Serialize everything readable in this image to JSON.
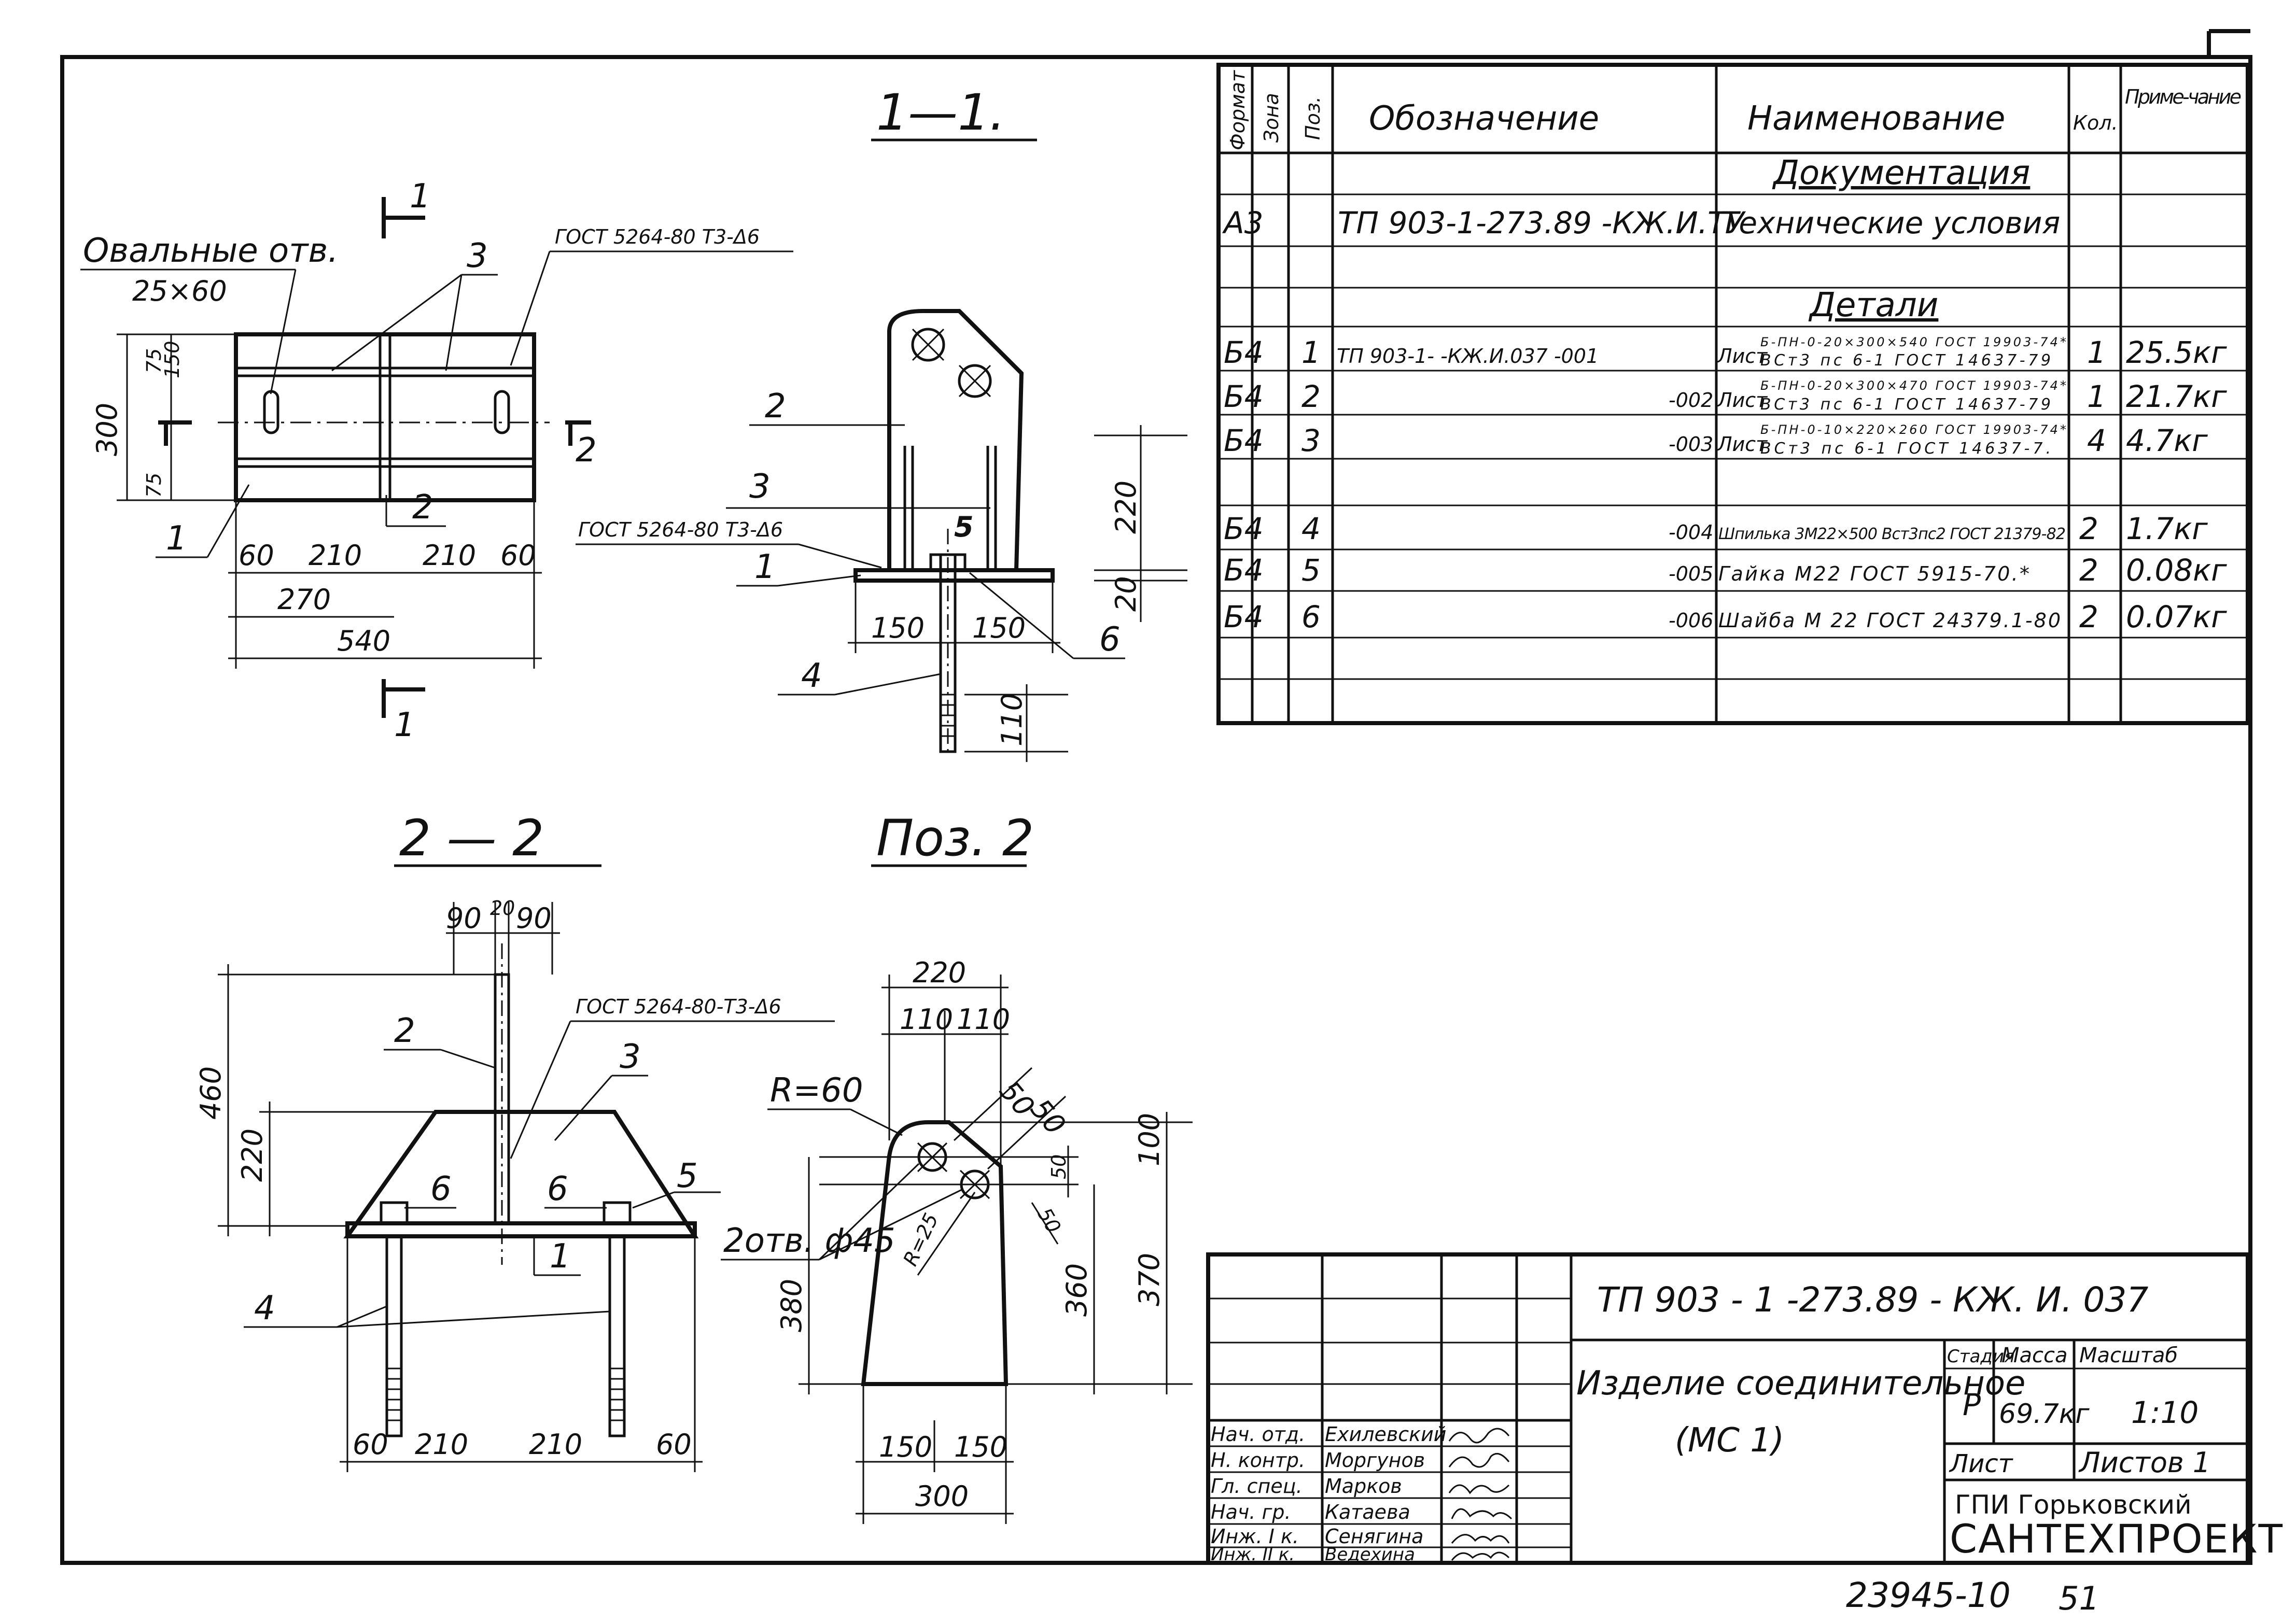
{
  "spec_table": {
    "headers": {
      "format": "Формат",
      "zone": "Зона",
      "pos": "Поз.",
      "designation": "Обозначение",
      "name": "Наименование",
      "qty": "Кол.",
      "note": "Приме-чание"
    },
    "section_documentation": "Документация",
    "doc_row": {
      "format": "А3",
      "designation": "ТП 903-1-273.89   -КЖ.И.ТУ",
      "name": "Технические условия"
    },
    "section_details": "Детали",
    "rows": [
      {
        "format": "Б4",
        "pos": "1",
        "designation": "ТП 903-1-          -КЖ.И.037  -001",
        "name_prefix": "Лист",
        "name_top": "Б-ПН-0-20×300×540 ГОСТ 19903-74*",
        "name_bottom": "ВСт3 пс 6-1   ГОСТ 14637-79",
        "qty": "1",
        "note": "25.5кг"
      },
      {
        "format": "Б4",
        "pos": "2",
        "designation": "-002",
        "name_prefix": "Лист",
        "name_top": "Б-ПН-0-20×300×470 ГОСТ 19903-74*",
        "name_bottom": "ВСт3 пс 6-1   ГОСТ 14637-79",
        "qty": "1",
        "note": "21.7кг"
      },
      {
        "format": "Б4",
        "pos": "3",
        "designation": "-003",
        "name_prefix": "Лист",
        "name_top": "Б-ПН-0-10×220×260 ГОСТ 19903-74*",
        "name_bottom": "ВСт3 пс 6-1   ГОСТ 14637-7.",
        "qty": "4",
        "note": "4.7кг"
      },
      {
        "format": "Б4",
        "pos": "4",
        "designation": "-004",
        "name": "Шпилька 3М22×500 Вст3пс2 ГОСТ 21379-82",
        "qty": "2",
        "note": "1.7кг"
      },
      {
        "format": "Б4",
        "pos": "5",
        "designation": "-005",
        "name": "Гайка М22 ГОСТ 5915-70.*",
        "qty": "2",
        "note": "0.08кг"
      },
      {
        "format": "Б4",
        "pos": "6",
        "designation": "-006",
        "name": "Шайба  М 22  ГОСТ 24379.1-80",
        "qty": "2",
        "note": "0.07кг"
      }
    ]
  },
  "views": {
    "section_1_1": "1—1.",
    "section_2_2": "2 — 2",
    "pos_2": "Поз. 2"
  },
  "view_1_1": {
    "oval_label": "Овальные  отв.",
    "oval_size": "25×60",
    "weld_note": "ГОСТ 5264-80 Т3-Δ6",
    "marks": [
      "1",
      "2",
      "3",
      "1",
      "2",
      "3"
    ],
    "dims": [
      "300",
      "75",
      "150",
      "75",
      "60",
      "210",
      "210",
      "60",
      "270",
      "540"
    ]
  },
  "view_side": {
    "weld_note": "ГОСТ 5264-80 Т3-Δ6",
    "marks": [
      "2",
      "3",
      "1",
      "5",
      "6",
      "4"
    ],
    "dims": [
      "220",
      "20",
      "150",
      "150",
      "110"
    ]
  },
  "view_2_2": {
    "weld_note": "ГОСТ 5264-80-Т3-Δ6",
    "marks": [
      "2",
      "3",
      "6",
      "6",
      "5",
      "1",
      "4"
    ],
    "dims": [
      "90",
      "20",
      "90",
      "460",
      "220",
      "60",
      "210",
      "210",
      "60"
    ]
  },
  "view_pos2": {
    "labels": [
      "R=60",
      "R=25",
      "2отв. ф45"
    ],
    "dims": [
      "220",
      "110",
      "110",
      "50",
      "50",
      "50",
      "100",
      "50",
      "380",
      "360",
      "370",
      "150",
      "150",
      "300"
    ]
  },
  "title_block": {
    "doc_code": "ТП  903 - 1 -273.89 - КЖ. И.  037",
    "item_name_line1": "Изделие  соединительное",
    "item_name_line2": "(МС 1)",
    "stage_label": "Стадия",
    "mass_label": "Масса",
    "scale_label": "Масштаб",
    "stage": "Р",
    "mass": "69.7кг",
    "scale": "1:10",
    "sheet_label": "Лист",
    "sheets_label": "Листов 1",
    "org_line1": "ГПИ Горьковский",
    "org_line2": "САНТЕХПРОЕКТ",
    "staff": [
      {
        "role": "Нач. отд.",
        "name": "Ехилевский"
      },
      {
        "role": "Н. контр.",
        "name": "Моргунов"
      },
      {
        "role": "Гл. спец.",
        "name": "Марков"
      },
      {
        "role": "Нач. гр.",
        "name": "Катаева"
      },
      {
        "role": "Инж. I к.",
        "name": "Сенягина"
      },
      {
        "role": "Инж. II к.",
        "name": "Ведехина"
      }
    ]
  },
  "footer": {
    "archive_number": "23945-10",
    "page_number": "51"
  }
}
